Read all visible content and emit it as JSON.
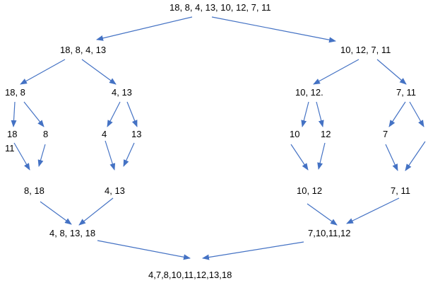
{
  "colors": {
    "arrow": "#4472c4",
    "text": "#000000"
  },
  "nodes": {
    "root": "18, 8, 4, 13, 10, 12, 7, 11",
    "left": "18, 8, 4, 13",
    "right": "10, 12, 7, 11",
    "left_left": "18, 8",
    "left_right": "4, 13",
    "right_left": "10, 12.",
    "right_right": "7, 11",
    "leaf_18": "18",
    "leaf_8": "8",
    "leaf_4": "4",
    "leaf_13": "13",
    "leaf_10": "10",
    "leaf_12": "12",
    "leaf_7": "7",
    "stray_11": "11",
    "merge_8_18": "8, 18",
    "merge_4_13": "4, 13",
    "merge_10_12": "10, 12",
    "merge_7_11": "7, 11",
    "merge_left": "4, 8, 13, 18",
    "merge_right": "7,10,11,12",
    "result": "4,7,8,10,11,12,13,18"
  }
}
